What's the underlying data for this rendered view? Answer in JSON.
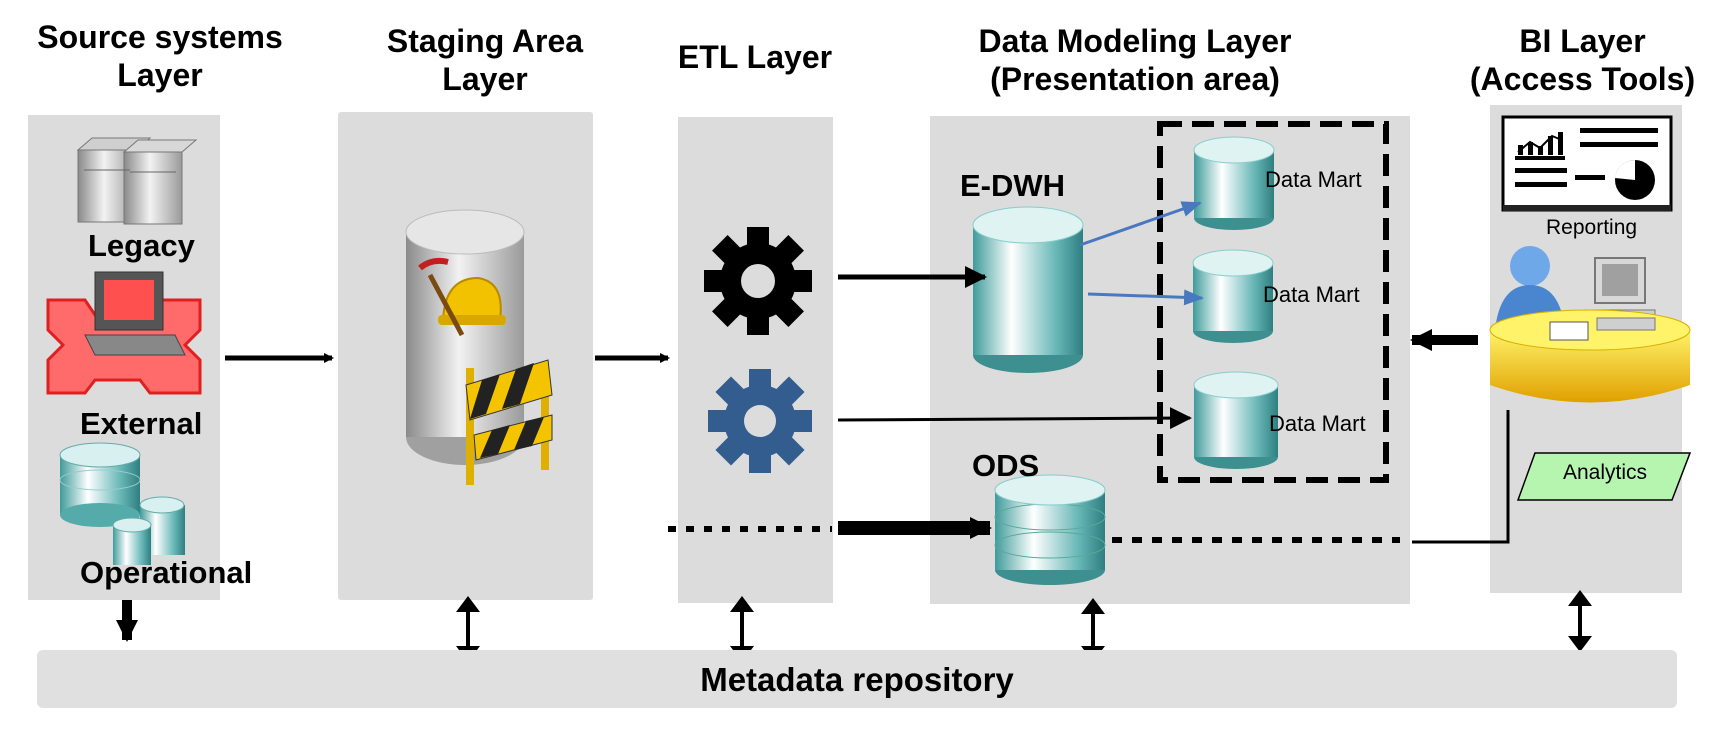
{
  "layers": {
    "source": "Source systems\nLayer",
    "staging": "Staging Area\nLayer",
    "etl": "ETL Layer",
    "modeling": "Data Modeling Layer\n(Presentation area)",
    "bi": "BI Layer\n(Access Tools)"
  },
  "source": {
    "legacy": "Legacy",
    "external": "External",
    "operational": "Operational"
  },
  "modeling": {
    "edwh": "E-DWH",
    "ods": "ODS",
    "marts": [
      "Data Mart",
      "Data Mart",
      "Data Mart"
    ]
  },
  "bi": {
    "reporting": "Reporting",
    "analytics": "Analytics"
  },
  "metadata": "Metadata repository",
  "colors": {
    "panel": "#dcdcdc",
    "gear_dark": "#000000",
    "gear_blue": "#345d8f",
    "blue_arrow": "#4a78c0",
    "analytics_fill": "#b6f5b0",
    "teal": "#4aa9a9"
  }
}
